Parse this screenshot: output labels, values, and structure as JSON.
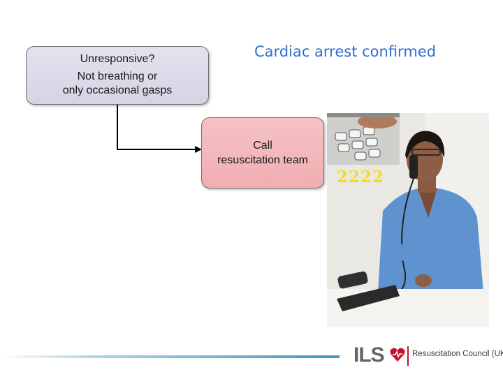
{
  "heading": "Cardiac arrest confirmed",
  "assessment_box": {
    "question": "Unresponsive?",
    "detail_line1": "Not breathing or",
    "detail_line2": "only occasional gasps"
  },
  "action_box": {
    "line1": "Call",
    "line2": "resuscitation team"
  },
  "photo": {
    "description_icon": "nurse-on-phone-photo",
    "extension_number": "2222"
  },
  "footer": {
    "logo_text": "ILS",
    "organization": "Resuscitation Council (UK)"
  },
  "colors": {
    "heading": "#2f6fd0",
    "assessment_box": "#d8d8e8",
    "action_box": "#f3b8ba",
    "extension": "#f4dc24",
    "logo_red": "#c8102e"
  }
}
